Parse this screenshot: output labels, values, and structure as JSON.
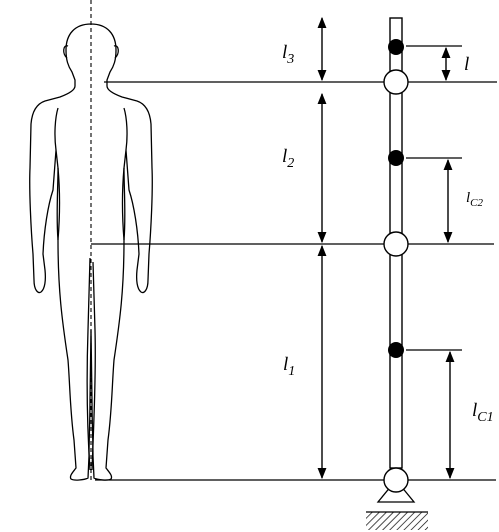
{
  "diagram": {
    "segment_labels": {
      "l3": "l3",
      "l2": "l2",
      "l1": "l1"
    },
    "com_labels": {
      "lc3": "l",
      "lc2": "lC2",
      "lc1": "lC1"
    }
  }
}
